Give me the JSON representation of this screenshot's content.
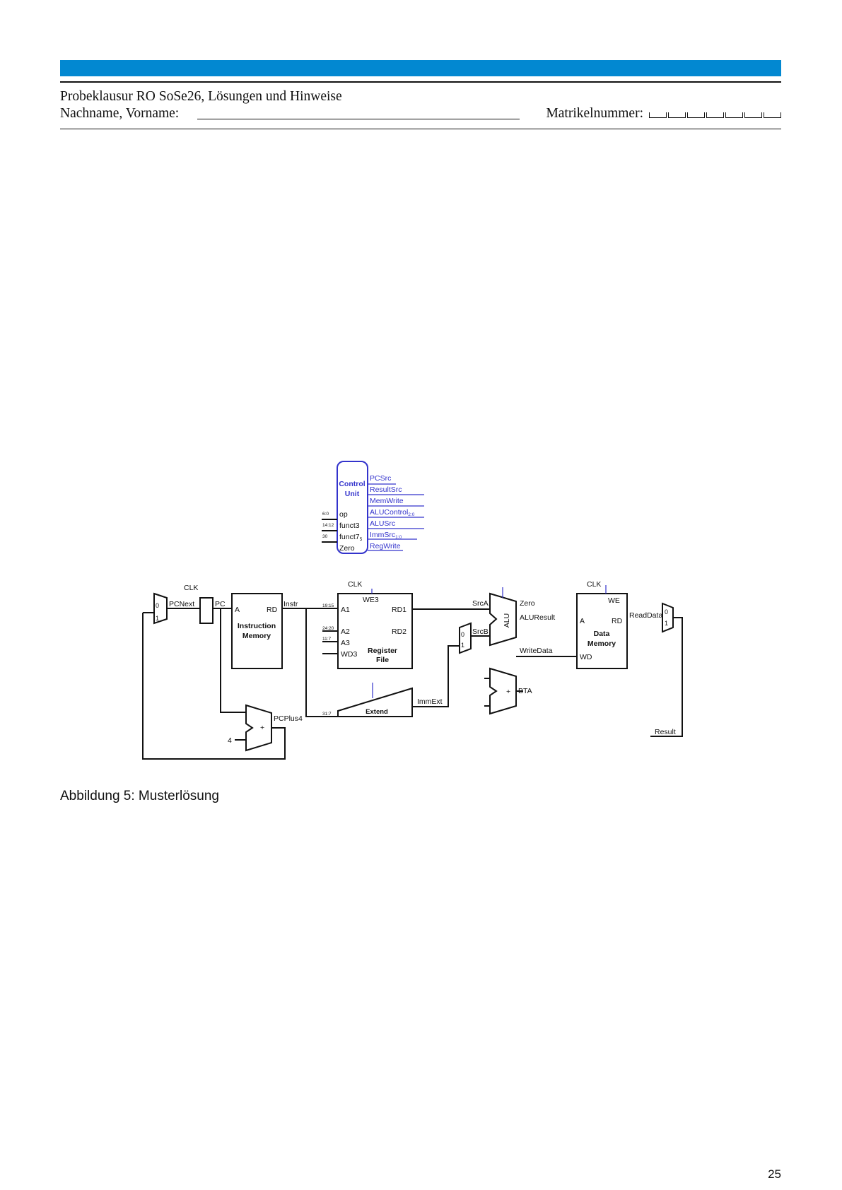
{
  "header": {
    "title": "Probeklausur RO SoSe26, Lösungen und Hinweise",
    "name_label": "Nachname, Vorname:",
    "matrikel_label": "Matrikelnummer:"
  },
  "figure": {
    "control_unit": {
      "title_line1": "Control",
      "title_line2": "Unit",
      "outputs": [
        "PCSrc",
        "ResultSrc",
        "MemWrite",
        "ALUControl",
        "ALUSrc",
        "ImmSrc",
        "RegWrite"
      ],
      "alucontrol_sub": "2:0",
      "immsrc_sub": "1:0",
      "inputs": [
        "op",
        "funct3",
        "funct7",
        "Zero"
      ],
      "funct7_sub": "5",
      "input_bits": [
        "6:0",
        "14:12",
        "30"
      ]
    },
    "labels": {
      "clk": "CLK",
      "pcnext": "PCNext",
      "pc": "PC",
      "instr": "Instr",
      "pcplus4": "PCPlus4",
      "const4": "4",
      "mux0": "0",
      "mux1": "1",
      "im_a": "A",
      "im_rd": "RD",
      "im_title1": "Instruction",
      "im_title2": "Memory",
      "rf_a1": "A1",
      "rf_a2": "A2",
      "rf_a3": "A3",
      "rf_wd3": "WD3",
      "rf_we3": "WE3",
      "rf_rd1": "RD1",
      "rf_rd2": "RD2",
      "rf_title1": "Register",
      "rf_title2": "File",
      "bits_a1": "19:15",
      "bits_a2": "24:20",
      "bits_a3": "11:7",
      "bits_ext": "31:7",
      "extend": "Extend",
      "immext": "ImmExt",
      "srca": "SrcA",
      "srcb": "SrcB",
      "alu": "ALU",
      "zero": "Zero",
      "aluresult": "ALUResult",
      "writedata": "WriteData",
      "bta": "BTA",
      "plus": "+",
      "dm_we": "WE",
      "dm_a": "A",
      "dm_rd": "RD",
      "dm_wd": "WD",
      "dm_title1": "Data",
      "dm_title2": "Memory",
      "readdata": "ReadData",
      "result": "Result"
    }
  },
  "caption": "Abbildung 5: Musterlösung",
  "page_number": "25"
}
